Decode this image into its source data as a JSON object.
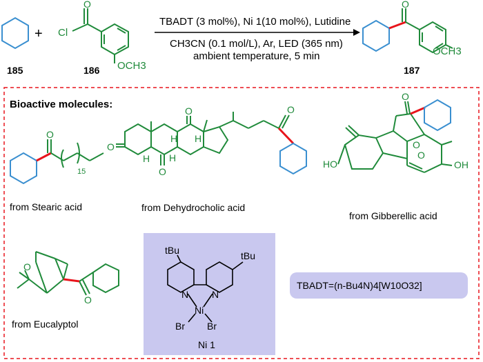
{
  "reaction": {
    "reactant1_label": "185",
    "plus": "+",
    "reactant2_label": "186",
    "product_label": "187",
    "cl": "Cl",
    "ome": "OCH3",
    "conditions_line1": "TBADT (3 mol%), Ni 1(10 mol%), Lutidine",
    "conditions_line2": "CH3CN (0.1 mol/L), Ar, LED (365 nm)",
    "conditions_line3": "ambient temperature, 5 min"
  },
  "panel": {
    "title": "Bioactive molecules:",
    "captions": {
      "stearic": "from Stearic acid",
      "dehydrocholic": "from Dehydrocholic acid",
      "gibberellic": "from Gibberellic acid",
      "eucalyptol": "from Eucalyptol"
    },
    "stearic_subscript": "15",
    "ni_catalyst": {
      "label": "Ni 1",
      "tbu": "tBu",
      "n": "N",
      "ni": "Ni",
      "br": "Br"
    },
    "tbadt_formula": "TBADT=(n-Bu4N)4[W10O32]"
  },
  "colors": {
    "blue": "#3a8fd0",
    "green": "#1f8a3a",
    "red_bond": "#e8141b",
    "dash_border": "#e8141b",
    "lavender": "#c9c8ef"
  }
}
